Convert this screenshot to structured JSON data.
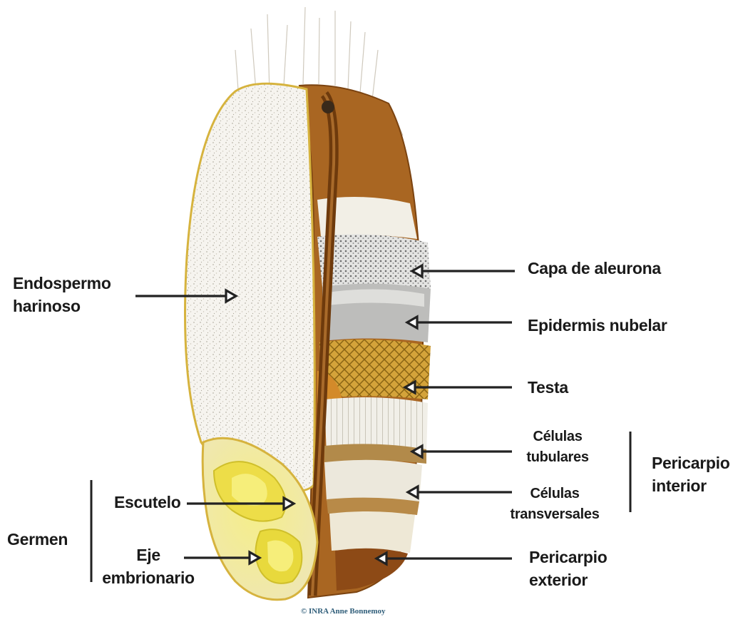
{
  "labels": {
    "endospermo": [
      "Endospermo",
      "harinoso"
    ],
    "capa_aleurona": "Capa de aleurona",
    "epidermis_nubelar": "Epidermis nubelar",
    "testa": "Testa",
    "celulas_tubulares": [
      "Células",
      "tubulares"
    ],
    "celulas_transversales": [
      "Células",
      "transversales"
    ],
    "pericarpio_interior": [
      "Pericarpio",
      "interior"
    ],
    "pericarpio_exterior": [
      "Pericarpio",
      "exterior"
    ],
    "escutelo": "Escutelo",
    "eje_embrionario": [
      "Eje",
      "embrionario"
    ],
    "germen": "Germen"
  },
  "watermark": "© INRA Anne Bonnemoy",
  "colors": {
    "outline": "#d8b84a",
    "endosperm": "#f4f2ec",
    "bran_brown": "#9c5a1c",
    "aleurone": "#d9d9d5",
    "epidermis": "#b9b9b9",
    "testa": "#c99a2e",
    "germ_yellow": "#f4ec8a",
    "arrow": "#222222"
  }
}
